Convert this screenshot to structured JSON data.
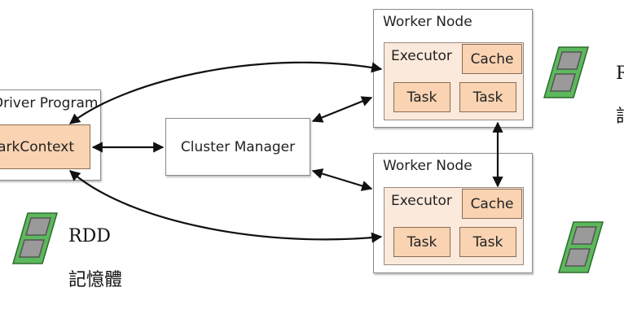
{
  "driver": {
    "title": "Driver Program",
    "context": "SparkContext"
  },
  "cluster_manager": {
    "label": "Cluster Manager"
  },
  "workers": [
    {
      "title": "Worker Node",
      "executor": "Executor",
      "cache": "Cache",
      "tasks": [
        "Task",
        "Task"
      ]
    },
    {
      "title": "Worker Node",
      "executor": "Executor",
      "cache": "Cache",
      "tasks": [
        "Task",
        "Task"
      ]
    }
  ],
  "legend": {
    "rdd": "RDD",
    "memory": "記憶體"
  },
  "cut_labels": {
    "right_rdd": "R",
    "right_memory": "記"
  },
  "colors": {
    "memory_green": "#5cb85c",
    "memory_chip": "#9a9a9a",
    "orange": "#f9d3b2",
    "executor_bg": "#fbe9dc"
  }
}
